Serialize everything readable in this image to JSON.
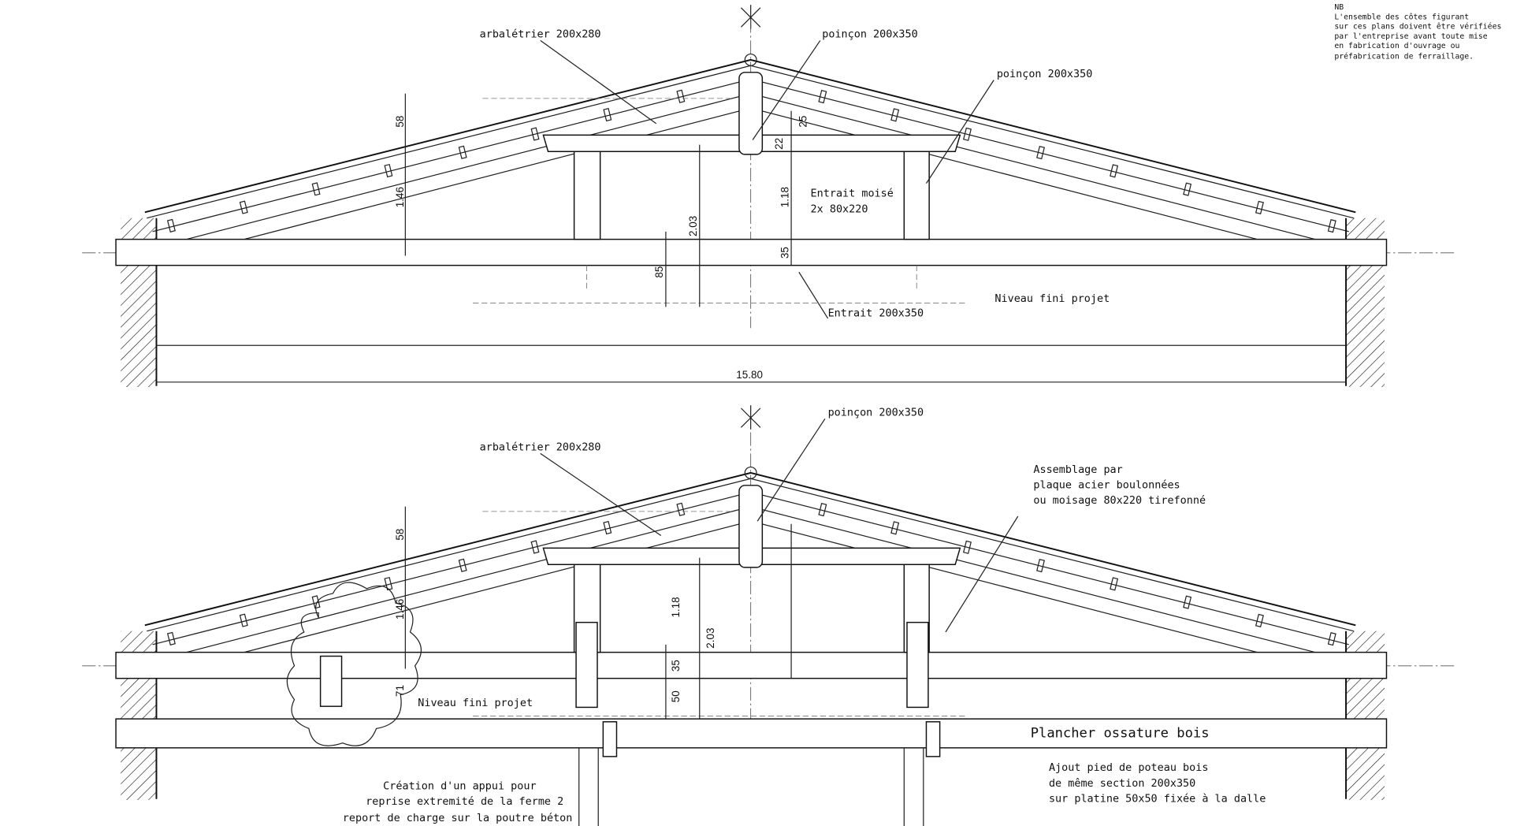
{
  "note": {
    "lines": [
      "NB",
      "L'ensemble des côtes figurant",
      "sur ces plans doivent être vérifiées",
      "par l'entreprise avant toute mise",
      "en fabrication d'ouvrage ou",
      "préfabrication de ferraillage."
    ]
  },
  "top": {
    "arbaletrier": "arbalétrier 200x280",
    "poincon1": "poinçon 200x350",
    "poincon2": "poinçon 200x350",
    "entrait_moise": [
      "Entrait moisé",
      "2x 80x220"
    ],
    "entrait": "Entrait 200x350",
    "niveau": "Niveau fini projet",
    "dims": {
      "d58": "58",
      "d146": "1.46",
      "d25": "25",
      "d22": "22",
      "d118": "1.18",
      "d203": "2.03",
      "d85": "85",
      "d35": "35",
      "span": "15.80"
    }
  },
  "bottom": {
    "arbaletrier": "arbalétrier 200x280",
    "poincon": "poinçon 200x350",
    "assemblage": [
      "Assemblage par",
      "plaque acier boulonnées",
      "ou moisage 80x220 tirefonné"
    ],
    "niveau": "Niveau fini projet",
    "plancher": "Plancher ossature bois",
    "creation": [
      "Création d'un appui pour",
      "reprise extremité de la ferme 2",
      "report de charge sur la poutre béton"
    ],
    "ajout": [
      "Ajout pied de poteau bois",
      "de même section 200x350",
      "sur platine 50x50 fixée à la dalle"
    ],
    "dims": {
      "d58": "58",
      "d146": "1.46",
      "d118": "1.18",
      "d203": "2.03",
      "d35": "35",
      "d50": "50",
      "d71": "71"
    }
  }
}
